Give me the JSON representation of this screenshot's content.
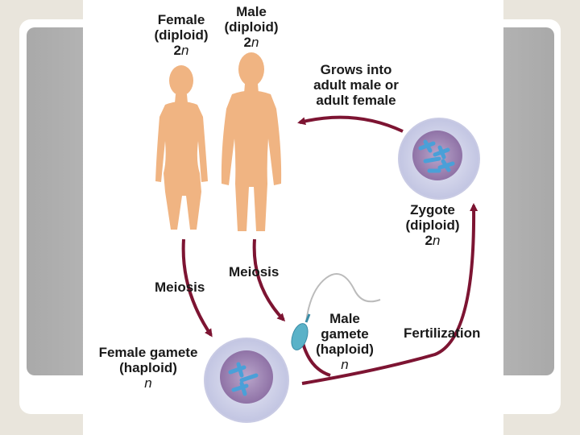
{
  "colors": {
    "body": "#f0b482",
    "arrow": "#7d1432",
    "cell": "#d3d5ec",
    "nucleus": "#a48bb8",
    "chromosome": "#4aa0d8"
  },
  "female": {
    "l1": "Female",
    "l2": "(diploid)",
    "ploidy_num": "2",
    "ploidy_n": "n"
  },
  "male": {
    "l1": "Male",
    "l2": "(diploid)",
    "ploidy_num": "2",
    "ploidy_n": "n"
  },
  "grows": {
    "l1": "Grows into",
    "l2": "adult male or",
    "l3": "adult female"
  },
  "zygote": {
    "l1": "Zygote",
    "l2": "(diploid)",
    "ploidy_num": "2",
    "ploidy_n": "n"
  },
  "meiosis_left": "Meiosis",
  "meiosis_right": "Meiosis",
  "male_gamete": {
    "l1": "Male",
    "l2": "gamete",
    "l3": "(haploid)",
    "ploidy_n": "n"
  },
  "fertilization": "Fertilization",
  "female_gamete": {
    "l1": "Female gamete",
    "l2": "(haploid)",
    "ploidy_n": "n"
  }
}
